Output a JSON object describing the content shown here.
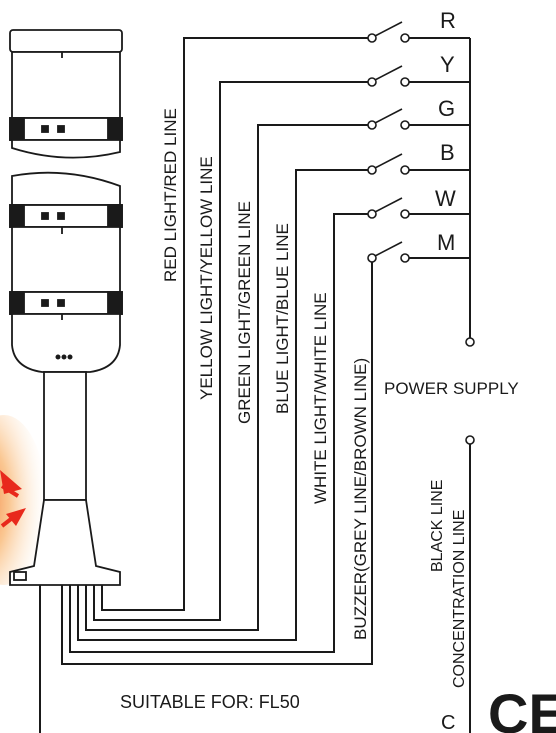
{
  "switch_labels": [
    "R",
    "Y",
    "G",
    "B",
    "W",
    "M"
  ],
  "wire_labels": [
    "RED LIGHT/RED LINE",
    "YELLOW LIGHT/YELLOW LINE",
    "GREEN LIGHT/GREEN LINE",
    "BLUE LIGHT/BLUE LINE",
    "WHITE LIGHT/WHITE LINE",
    "BUZZER(GREY LINE/BROWN LINE)"
  ],
  "power_supply": "POWER SUPPLY",
  "black_line": "BLACK LINE",
  "concentration_line": "CONCENTRATION LINE",
  "common_label": "C",
  "suitable_for": "SUITABLE FOR: FL50",
  "ce_mark": "CE",
  "colors": {
    "ink": "#1a1a1a",
    "accent_red": "#e8291c",
    "glow_orange": "#f7a24a"
  }
}
